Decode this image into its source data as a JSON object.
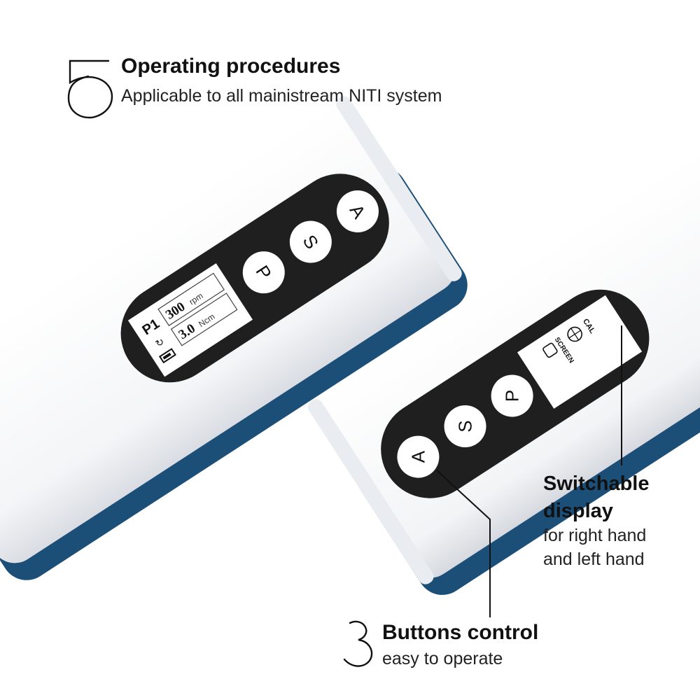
{
  "features": {
    "operating": {
      "badge": "5",
      "title": "Operating procedures",
      "subtitle": "Applicable to all mainistream NITI system"
    },
    "switchable": {
      "title_line1": "Switchable",
      "title_line2": "display",
      "subtitle_line1": "for right hand",
      "subtitle_line2": "and left hand"
    },
    "buttons": {
      "badge": "3",
      "title": "Buttons control",
      "subtitle": "easy to operate"
    }
  },
  "device_left": {
    "screen": {
      "program": "P1",
      "speed_value": "300",
      "speed_unit": "rpm",
      "torque_value": "3.0",
      "torque_unit": "Ncm"
    },
    "buttons": [
      "P",
      "S",
      "A"
    ]
  },
  "device_right": {
    "screen": {
      "label_cal": "CAL",
      "label_screen": "SCREEN"
    },
    "buttons": [
      "P",
      "S",
      "A"
    ]
  },
  "colors": {
    "body": "#ffffff",
    "body_shadow": "#e6e9ee",
    "accent_navy": "#1c4f78",
    "panel": "#1f1f1f",
    "button": "#ffffff"
  }
}
